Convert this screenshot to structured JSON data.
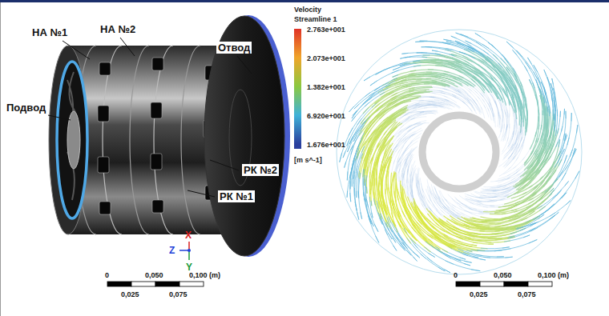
{
  "diagram": {
    "labels": [
      "НА №1",
      "НА №2",
      "Отвод",
      "Подвод",
      "РК №2",
      "РК №1",
      "X",
      "Z",
      "Y",
      "0",
      "0,050",
      "0,100 (m)",
      "0,025",
      "0,075",
      "Velocity",
      "Streamline 1",
      "[m s^-1]",
      "0",
      "0,050",
      "0,100 (m)",
      "0,025",
      "0,075"
    ],
    "legend": [
      {
        "text": "2.763e+001",
        "color": "#e03226"
      },
      {
        "text": "2.073e+001",
        "color": "#f0a52a"
      },
      {
        "text": "1.382e+001",
        "color": "#8cc840"
      },
      {
        "text": "6.920e+001",
        "color": "#3fb2d8"
      },
      {
        "text": "1.676e+001",
        "color": "#2a3f9e"
      }
    ]
  }
}
